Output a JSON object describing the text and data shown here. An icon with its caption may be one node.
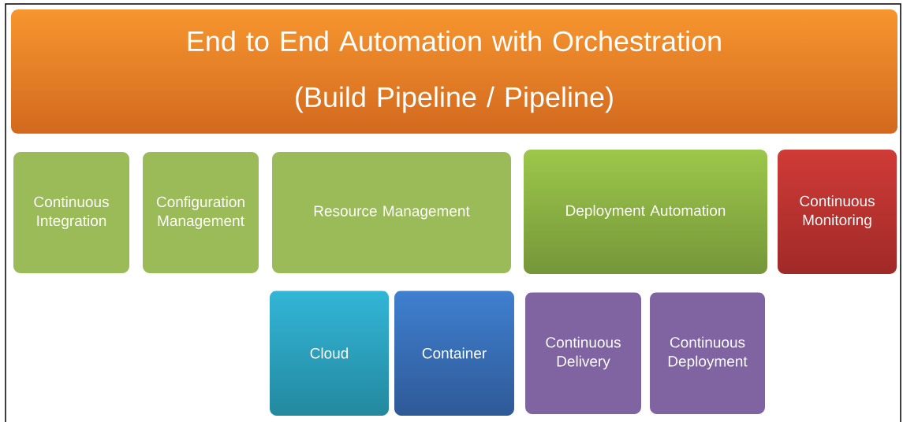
{
  "diagram": {
    "nodes": [
      {
        "text": [
          "End to End Automation with Orchestration",
          "(Build Pipeline / Pipeline)"
        ]
      },
      {
        "text": [
          "Continuous Integration"
        ]
      },
      {
        "text": [
          "Configuration Management"
        ]
      },
      {
        "text": [
          "Resource Management"
        ]
      },
      {
        "text": [
          "Deployment Automation"
        ]
      },
      {
        "text": [
          "Continuous Monitoring"
        ]
      },
      {
        "text": [
          "Cloud"
        ]
      },
      {
        "text": [
          "Container"
        ]
      },
      {
        "text": [
          "Continuous Delivery"
        ]
      },
      {
        "text": [
          "Continuous Deployment"
        ]
      }
    ],
    "edges": []
  }
}
